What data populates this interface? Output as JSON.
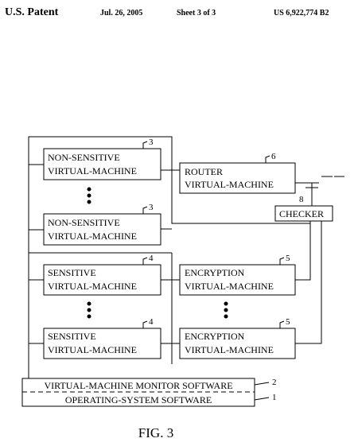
{
  "header": {
    "left": "U.S. Patent",
    "date": "Jul. 26, 2005",
    "sheet": "Sheet 3 of 3",
    "patent_number": "US 6,922,774 B2"
  },
  "diagram": {
    "non_sensitive_vm_top": {
      "line1": "NON-SENSITIVE",
      "line2": "VIRTUAL-MACHINE",
      "ref": "3"
    },
    "non_sensitive_vm_bottom": {
      "line1": "NON-SENSITIVE",
      "line2": "VIRTUAL-MACHINE",
      "ref": "3"
    },
    "router_vm": {
      "line1": "ROUTER",
      "line2": "VIRTUAL-MACHINE",
      "ref": "6"
    },
    "checker": {
      "label": "CHECKER",
      "ref": "8"
    },
    "sensitive_vm_top": {
      "line1": "SENSITIVE",
      "line2": "VIRTUAL-MACHINE",
      "ref": "4"
    },
    "sensitive_vm_bottom": {
      "line1": "SENSITIVE",
      "line2": "VIRTUAL-MACHINE",
      "ref": "4"
    },
    "encryption_vm_top": {
      "line1": "ENCRYPTION",
      "line2": "VIRTUAL-MACHINE",
      "ref": "5"
    },
    "encryption_vm_bottom": {
      "line1": "ENCRYPTION",
      "line2": "VIRTUAL-MACHINE",
      "ref": "5"
    },
    "vmm_software": {
      "label": "VIRTUAL-MACHINE MONITOR SOFTWARE",
      "ref": "2"
    },
    "os_software": {
      "label": "OPERATING-SYSTEM SOFTWARE",
      "ref": "1"
    }
  },
  "figure_label": "FIG. 3"
}
